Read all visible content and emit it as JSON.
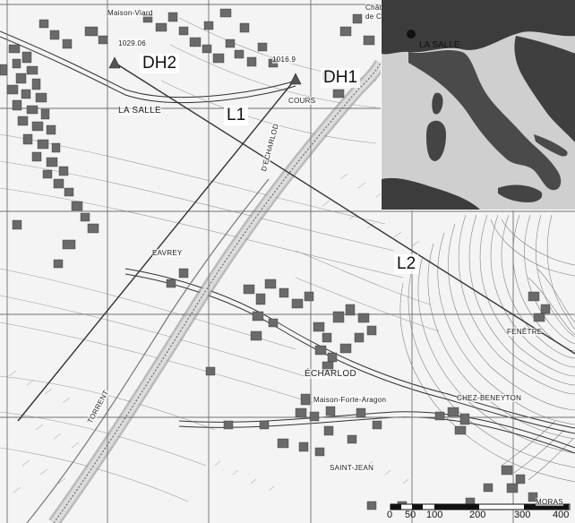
{
  "labels": {
    "dh2": "DH2",
    "dh1": "DH1",
    "l1": "L1",
    "l2": "L2"
  },
  "places": {
    "maison_viard": "Maison-Viard",
    "chateau": "Chât",
    "de_c": "de C",
    "la_salle": "LA SALLE",
    "cours": "COURS",
    "echarlod_road": "D'ECHARLOD",
    "eavrey": "EAVREY",
    "torrent": "TORRENT",
    "echarlod": "ÉCHARLOD",
    "maison_forte": "Maison-Forte-Aragon",
    "chez_beneyton": "CHEZ-BENEYTON",
    "fenetre": "FENÊTRE",
    "saint_jean": "SAINT-JEAN",
    "moras": "MORAS"
  },
  "elevations": {
    "e1029": "1029.06",
    "e1016": "1016.9"
  },
  "inset": {
    "label": "LA SALLE"
  },
  "scale": {
    "ticks": [
      "0",
      "50",
      "100",
      "200",
      "300",
      "400"
    ]
  },
  "colors": {
    "building": "#6a6a6a",
    "line": "#555555",
    "grid": "#777777",
    "inset_sea": "#cfcfcf",
    "inset_land": "#4a4a4a"
  }
}
